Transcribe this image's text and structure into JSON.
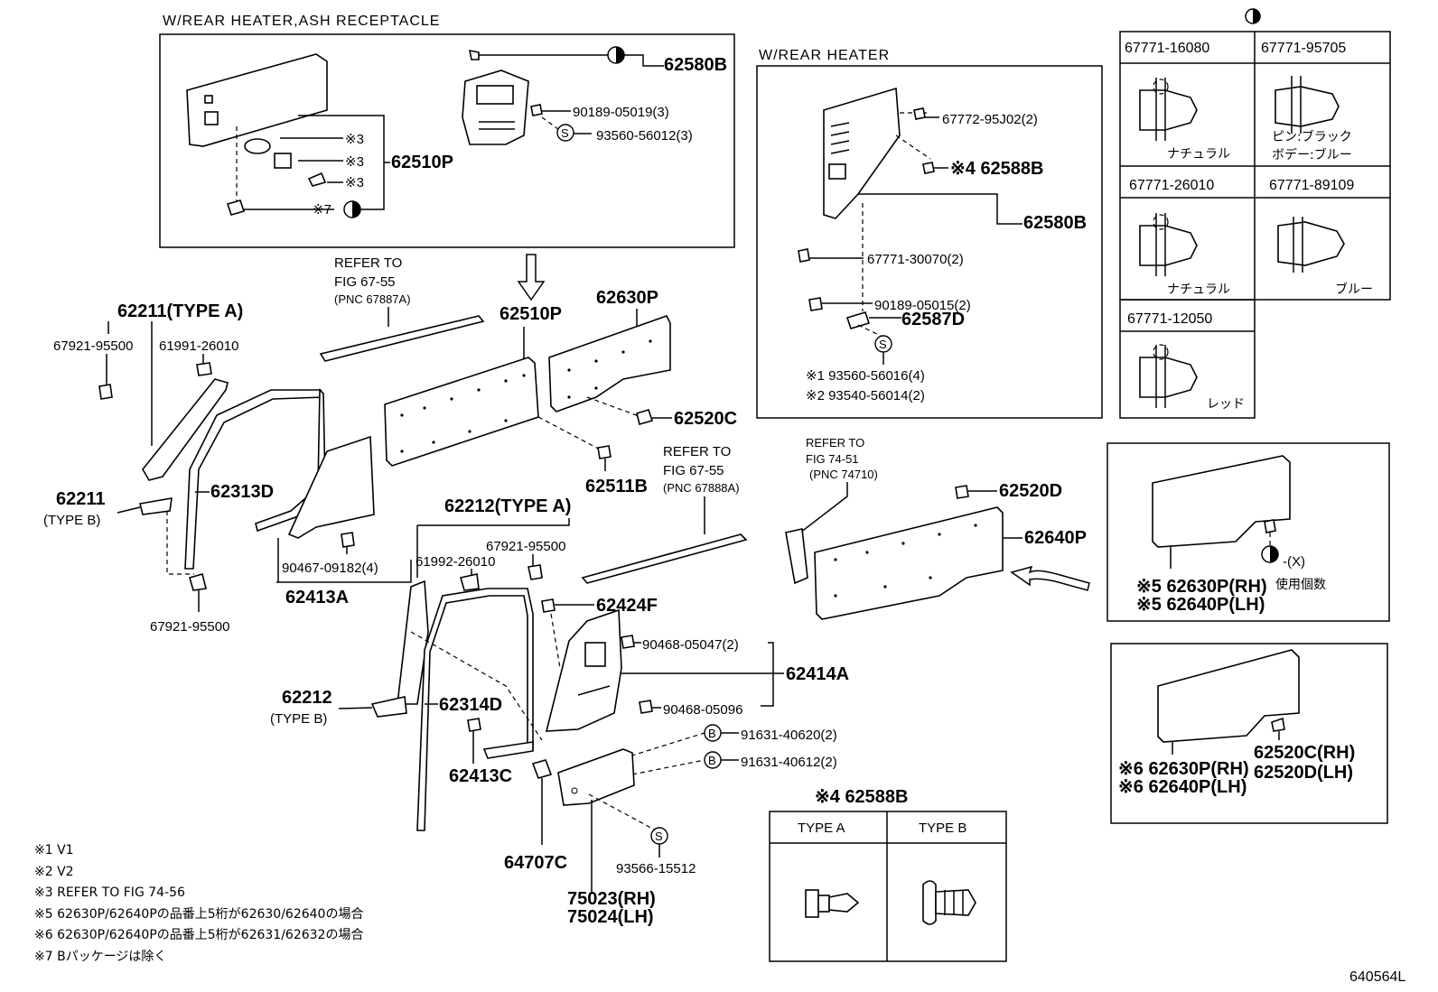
{
  "box1_title": "W/REAR HEATER,ASH RECEPTACLE",
  "box2_title": "W/REAR HEATER",
  "legend_half_symbol": "◑",
  "labels": {
    "p62580B_a": "62580B",
    "p90189_05019": "90189-05019(3)",
    "p93560_56012": "93560-56012(3)",
    "p62510P_a": "62510P",
    "m3a": "※3",
    "m3b": "※3",
    "m3c": "※3",
    "m7": "※7",
    "p67772": "67772-95J02(2)",
    "m4_62588B": "※4 62588B",
    "p62580B_b": "62580B",
    "p67771_30070": "67771-30070(2)",
    "p90189_05015": "90189-05015(2)",
    "p62587D": "62587D",
    "p93560_56016": "※1 93560-56016(4)",
    "p93540_56014": "※2 93540-56014(2)",
    "refer1_a": "REFER TO",
    "refer1_b": "FIG 67-55",
    "refer1_c": "(PNC 67887A)",
    "p62510P_b": "62510P",
    "p62630P": "62630P",
    "p62211A": "62211(TYPE A)",
    "p67921_95500_a": "67921-95500",
    "p61991_26010": "61991-26010",
    "p62520C": "62520C",
    "p62511B": "62511B",
    "p62211B_a": "62211",
    "p62211B_b": "(TYPE B)",
    "p62313D": "62313D",
    "p90467_09182": "90467-09182(4)",
    "p62413A": "62413A",
    "p67921_95500_b": "67921-95500",
    "refer2_a": "REFER TO",
    "refer2_b": "FIG 67-55",
    "refer2_c": "(PNC 67888A)",
    "p62212A": "62212(TYPE A)",
    "p67921_95500_c": "67921-95500",
    "p61992_26010": "61992-26010",
    "p62424F": "62424F",
    "p90468_05047": "90468-05047(2)",
    "p62414A": "62414A",
    "p62212B_a": "62212",
    "p62212B_b": "(TYPE B)",
    "p62314D": "62314D",
    "p90468_05096": "90468-05096",
    "p91631_40620": "91631-40620(2)",
    "p91631_40612": "91631-40612(2)",
    "p62413C": "62413C",
    "p64707C": "64707C",
    "p93566_15512": "93566-15512",
    "p75023": "75023(RH)",
    "p75024": "75024(LH)",
    "refer3_a": "REFER TO",
    "refer3_b": "FIG 74-51",
    "refer3_c": "(PNC 74710)",
    "p62520D": "62520D",
    "p62640P": "62640P",
    "m4_62588B_b": "※4 62588B",
    "typeA": "TYPE A",
    "typeB": "TYPE B",
    "S": "S",
    "B": "B",
    "code": "640564L"
  },
  "clip_table": [
    {
      "part": "67771-16080",
      "color": "ナチュラル"
    },
    {
      "part": "67771-95705",
      "color": "ピン:ブラック",
      "color2": "ボデー:ブルー"
    },
    {
      "part": "67771-26010",
      "color": "ナチュラル"
    },
    {
      "part": "67771-89109",
      "color": "ブルー"
    },
    {
      "part": "67771-12050",
      "color": "レッド"
    }
  ],
  "box_rh5": {
    "x_note": "-(X)",
    "use_count": "使用個数",
    "rh": "※5 62630P(RH)",
    "lh": "※5 62640P(LH)"
  },
  "box_rh6": {
    "rh": "※6 62630P(RH)",
    "lh": "※6 62640P(LH)",
    "c_rh": "62520C(RH)",
    "d_lh": "62520D(LH)"
  },
  "notes": [
    "※1 V1",
    "※2 V2",
    "※3 REFER TO FIG 74-56",
    "※5 62630P/62640Pの品番上5桁が62630/62640の場合",
    "※6 62630P/62640Pの品番上5桁が62631/62632の場合",
    "※7 Bパッケージは除く"
  ]
}
